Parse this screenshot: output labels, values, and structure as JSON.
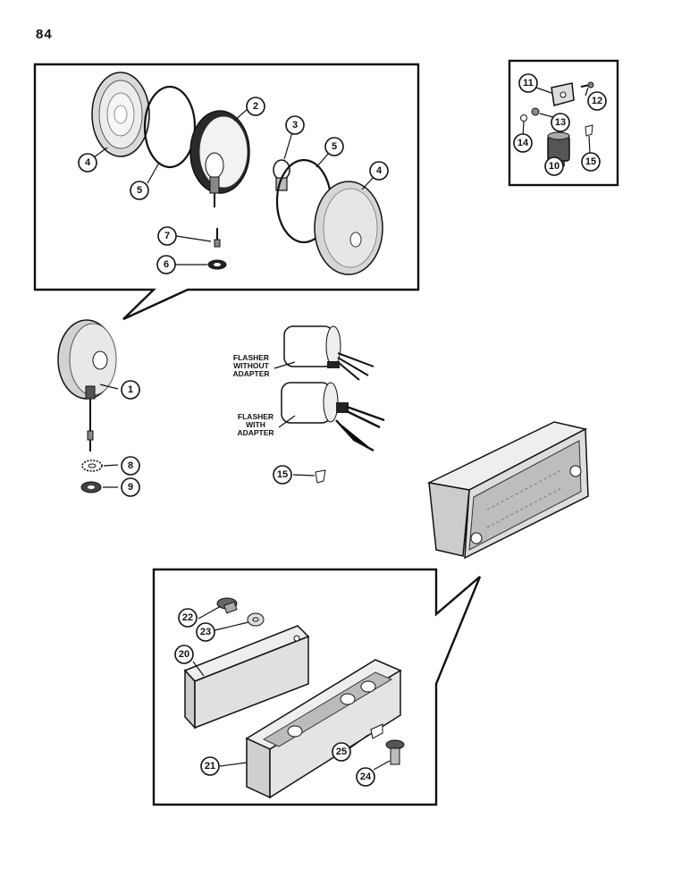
{
  "page": {
    "number": "84"
  },
  "labels": {
    "flasher_without": [
      "FLASHER",
      "WITHOUT",
      "ADAPTER"
    ],
    "flasher_with": [
      "FLASHER",
      "WITH",
      "ADAPTER"
    ]
  },
  "callouts": {
    "c1": "1",
    "c2": "2",
    "c3": "3",
    "c4a": "4",
    "c4b": "4",
    "c5a": "5",
    "c5b": "5",
    "c6": "6",
    "c7": "7",
    "c8": "8",
    "c9": "9",
    "c10": "10",
    "c11": "11",
    "c12": "12",
    "c13": "13",
    "c14": "14",
    "c15a": "15",
    "c15b": "15",
    "c20": "20",
    "c21": "21",
    "c22": "22",
    "c23": "23",
    "c24": "24",
    "c25": "25"
  }
}
